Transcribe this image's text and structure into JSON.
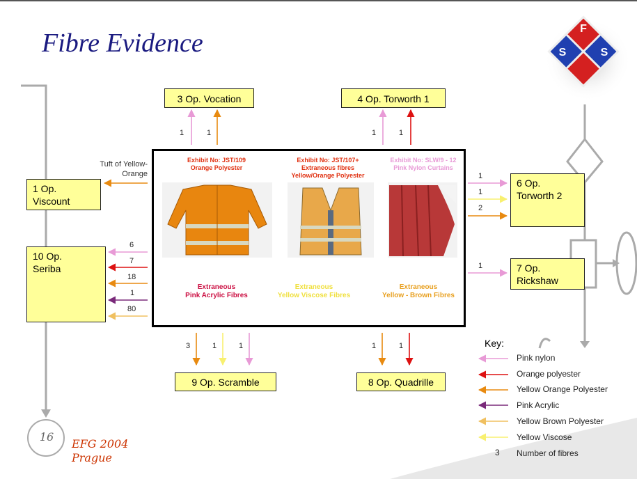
{
  "title": "Fibre Evidence",
  "logo": {
    "letters": [
      "F",
      "S",
      "S"
    ]
  },
  "boxes": {
    "vocation": "3 Op. Vocation",
    "torworth1": "4 Op. Torworth 1",
    "viscount_1": "1 Op.",
    "viscount_2": "Viscount",
    "seriba_1": "10 Op.",
    "seriba_2": "Seriba",
    "torworth2_1": "6 Op.",
    "torworth2_2": "Torworth 2",
    "rickshaw_1": "7 Op.",
    "rickshaw_2": "Rickshaw",
    "scramble": "9 Op. Scramble",
    "quadrille": "8 Op. Quadrille"
  },
  "counts": {
    "vocation": [
      "1",
      "1"
    ],
    "torworth1": [
      "1",
      "1"
    ],
    "seriba": [
      "6",
      "7",
      "18",
      "1",
      "80"
    ],
    "torworth2": [
      "1",
      "1",
      "2"
    ],
    "rickshaw": [
      "1"
    ],
    "scramble": [
      "3",
      "1",
      "1"
    ],
    "quadrille": [
      "1",
      "1"
    ]
  },
  "tuft_label_1": "Tuft of Yellow-",
  "tuft_label_2": "Orange",
  "exhibits": [
    {
      "line1": "Exhibit No: JST/109",
      "line2": "Orange Polyester",
      "line3": "",
      "footer1": "Extraneous",
      "footer2": "Pink Acrylic Fibres"
    },
    {
      "line1": "Exhibit No: JST/107+",
      "line2": "Extraneous fibres",
      "line3": "Yellow/Orange Polyester",
      "footer1": "Extraneous",
      "footer2": "Yellow Viscose Fibres"
    },
    {
      "line1": "Exhibit No: SLW/9 - 12",
      "line2": "Pink Nylon Curtains",
      "line3": "",
      "footer1": "Extraneous",
      "footer2": "Yellow - Brown Fibres"
    }
  ],
  "key": {
    "title": "Key:",
    "items": [
      {
        "label": "Pink nylon",
        "color": "#e89ad6"
      },
      {
        "label": "Orange polyester",
        "color": "#dd1111"
      },
      {
        "label": "Yellow Orange Polyester",
        "color": "#e88a10"
      },
      {
        "label": "Pink Acrylic",
        "color": "#7a2a7a"
      },
      {
        "label": "Yellow Brown Polyester",
        "color": "#f0c060"
      },
      {
        "label": "Yellow Viscose",
        "color": "#f8f070"
      }
    ],
    "count_example": "3",
    "count_label": "Number of fibres"
  },
  "footer": {
    "page": "16",
    "event": "EFG 2004",
    "place": "Prague"
  }
}
